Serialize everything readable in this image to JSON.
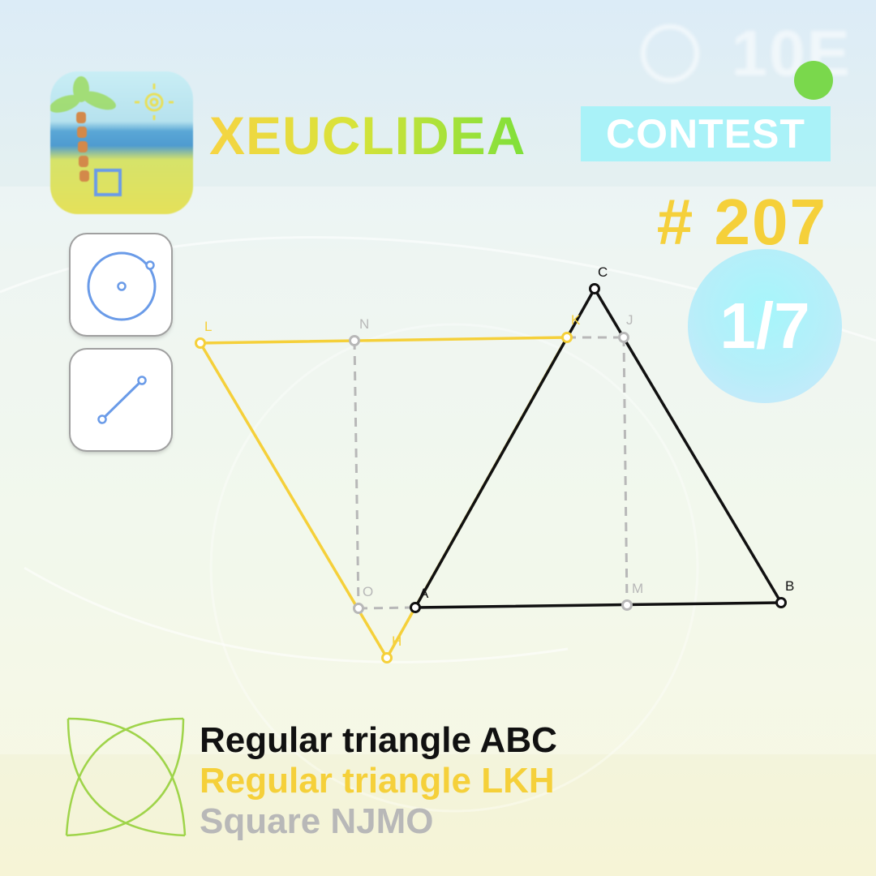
{
  "header": {
    "title": "XEUCLIDEA",
    "badge": "CONTEST",
    "number": "# 207",
    "level": "1/7",
    "background_mark": "10E"
  },
  "tools": [
    {
      "name": "circle-tool",
      "icon": "circle-icon"
    },
    {
      "name": "line-tool",
      "icon": "segment-icon"
    }
  ],
  "diagram": {
    "points": {
      "A": "A",
      "B": "B",
      "C": "C",
      "L": "L",
      "K": "K",
      "H": "H",
      "N": "N",
      "J": "J",
      "M": "M",
      "O": "O"
    },
    "colors": {
      "triangle_abc": "#111111",
      "triangle_lkh": "#f5d03a",
      "square_njmo": "#b8b8b8",
      "tool_blue": "#6a9be8"
    }
  },
  "legend": {
    "items": [
      {
        "text": "Regular triangle ABC",
        "color": "#111111"
      },
      {
        "text": "Regular triangle LKH",
        "color": "#f5d03a"
      },
      {
        "text": "Square NJMO",
        "color": "#b8b8b8"
      }
    ]
  }
}
